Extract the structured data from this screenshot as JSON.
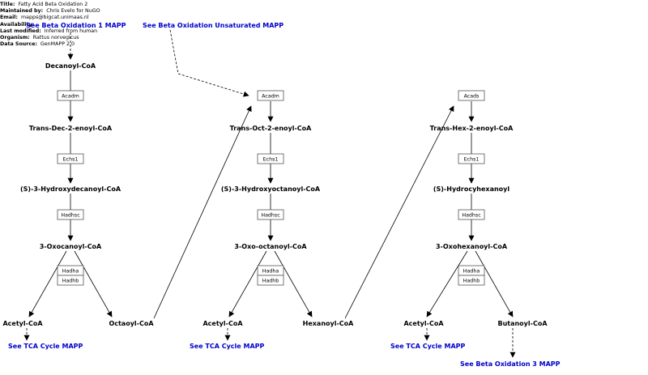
{
  "info": {
    "title": {
      "label": "Title:",
      "value": "Fatty Acid Beta Oxidation 2"
    },
    "maintained_by": {
      "label": "Maintained by:",
      "value": "Chris Evelo for NuGO"
    },
    "email": {
      "label": "Email:",
      "value": "mapps@bigcat.unimaas.nl"
    },
    "availability": {
      "label": "Availability:",
      "value": ""
    },
    "last_modified": {
      "label": "Last modified:",
      "value": "Inferred from human"
    },
    "organism": {
      "label": "Organism:",
      "value": "Rattus norvegicus"
    },
    "data_source": {
      "label": "Data Source:",
      "value": "GenMAPP 2.0"
    }
  },
  "links": {
    "beta_ox_1": "See Beta Oxidation 1 MAPP",
    "beta_ox_unsat": "See Beta Oxidation Unsaturated MAPP",
    "tca_1": "See TCA Cycle MAPP",
    "tca_2": "See TCA Cycle MAPP",
    "tca_3": "See TCA Cycle MAPP",
    "beta_ox_3": "See Beta Oxidation 3 MAPP"
  },
  "metabolites": {
    "decanoyl_coa": "Decanoyl-CoA",
    "trans_dec": "Trans-Dec-2-enoyl-CoA",
    "s3_hydroxydecanoyl": "(S)-3-Hydroxydecanoyl-CoA",
    "oxocanoyl": "3-Oxocanoyl-CoA",
    "acetyl_1": "Acetyl-CoA",
    "octaoyl": "Octaoyl-CoA",
    "trans_oct": "Trans-Oct-2-enoyl-CoA",
    "s3_hydroxyoctanoyl": "(S)-3-Hydroxyoctanoyl-CoA",
    "oxo_octanoyl": "3-Oxo-octanoyl-CoA",
    "acetyl_2": "Acetyl-CoA",
    "hexanoyl": "Hexanoyl-CoA",
    "trans_hex": "Trans-Hex-2-enoyl-CoA",
    "s_hydrocyhexanoyl": "(S)-Hydrocyhexanoyl",
    "oxohexanoyl": "3-Oxohexanoyl-CoA",
    "acetyl_3": "Acetyl-CoA",
    "butanoyl": "Butanoyl-CoA"
  },
  "genes": {
    "c1_acad": "Acadm",
    "c1_echs": "Echs1",
    "c1_hadhsc": "Hadhsc",
    "c1_hadha": "Hadha",
    "c1_hadhb": "Hadhb",
    "c2_acad": "Acadm",
    "c2_echs": "Echs1",
    "c2_hadhsc": "Hadhsc",
    "c2_hadha": "Hadha",
    "c2_hadhb": "Hadhb",
    "c3_acad": "Acads",
    "c3_echs": "Echs1",
    "c3_hadhsc": "Hadhsc",
    "c3_hadha": "Hadha",
    "c3_hadhb": "Hadhb"
  }
}
